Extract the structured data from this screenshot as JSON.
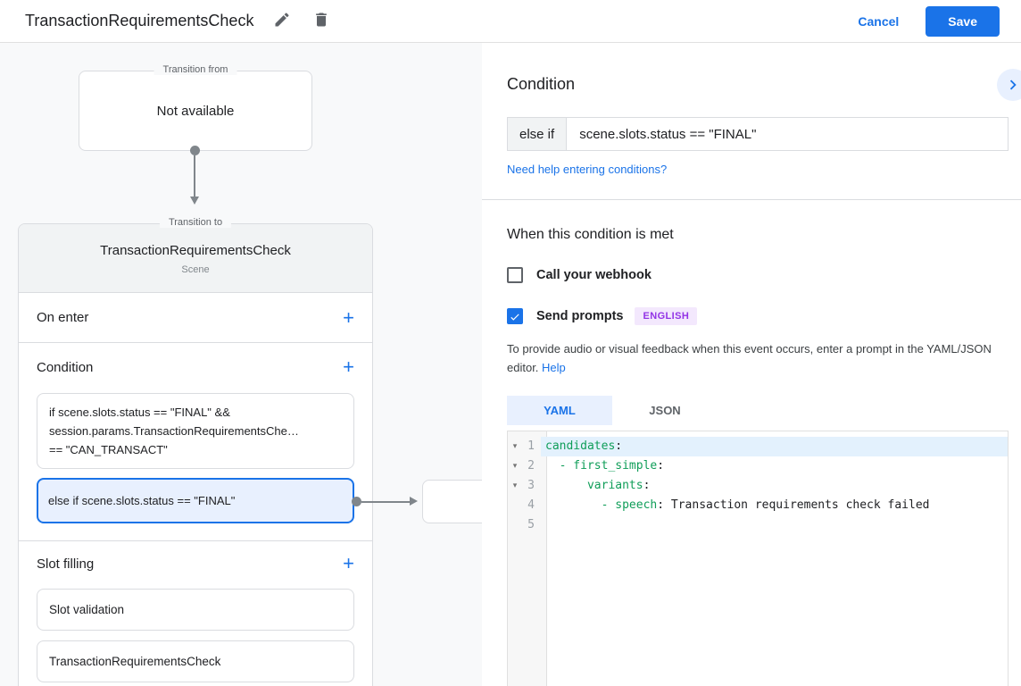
{
  "colors": {
    "accent_blue": "#1a73e8",
    "selected_condition_fill": "#e8f0fe",
    "yaml_key_green": "#0f9d58",
    "badge_purple_bg": "#f3e8fd",
    "badge_purple_text": "#9334e6"
  },
  "header": {
    "title": "TransactionRequirementsCheck",
    "cancel_label": "Cancel",
    "save_label": "Save"
  },
  "flow": {
    "transition_from": {
      "label": "Transition from",
      "text": "Not available"
    },
    "transition_to": {
      "label": "Transition to",
      "title": "TransactionRequirementsCheck",
      "subtitle": "Scene",
      "on_enter_label": "On enter",
      "condition_label": "Condition",
      "conditions": [
        {
          "text": "if scene.slots.status == \"FINAL\" &&\nsession.params.TransactionRequirementsChe…\n== \"CAN_TRANSACT\"",
          "selected": false
        },
        {
          "text": "else if scene.slots.status == \"FINAL\"",
          "selected": true
        }
      ],
      "slot_filling_label": "Slot filling",
      "slots": [
        {
          "text": "Slot validation"
        },
        {
          "text": "TransactionRequirementsCheck"
        }
      ]
    }
  },
  "panel": {
    "condition": {
      "heading": "Condition",
      "prefix": "else if",
      "value": "scene.slots.status == \"FINAL\"",
      "help_link": "Need help entering conditions?"
    },
    "when": {
      "heading": "When this condition is met",
      "webhook_label": "Call your webhook",
      "prompts_label": "Send prompts",
      "language_badge": "ENGLISH",
      "description": "To provide audio or visual feedback when this event occurs, enter a prompt in the YAML/JSON editor.",
      "help_label": "Help"
    },
    "editor": {
      "tabs": [
        {
          "label": "YAML",
          "active": true
        },
        {
          "label": "JSON",
          "active": false
        }
      ],
      "lines": [
        {
          "num": "1",
          "fold": "▾",
          "active": true,
          "segments": [
            {
              "t": "candidates",
              "c": "key"
            },
            {
              "t": ":",
              "c": "plain"
            }
          ]
        },
        {
          "num": "2",
          "fold": "▾",
          "active": false,
          "segments": [
            {
              "t": "  ",
              "c": "plain"
            },
            {
              "t": "- first_simple",
              "c": "key"
            },
            {
              "t": ":",
              "c": "plain"
            }
          ]
        },
        {
          "num": "3",
          "fold": "▾",
          "active": false,
          "segments": [
            {
              "t": "      ",
              "c": "plain"
            },
            {
              "t": "variants",
              "c": "key"
            },
            {
              "t": ":",
              "c": "plain"
            }
          ]
        },
        {
          "num": "4",
          "fold": "",
          "active": false,
          "segments": [
            {
              "t": "        ",
              "c": "plain"
            },
            {
              "t": "- speech",
              "c": "key"
            },
            {
              "t": ":",
              "c": "plain"
            },
            {
              "t": " Transaction requirements check failed",
              "c": "plain"
            }
          ]
        },
        {
          "num": "5",
          "fold": "",
          "active": false,
          "segments": []
        }
      ]
    }
  }
}
